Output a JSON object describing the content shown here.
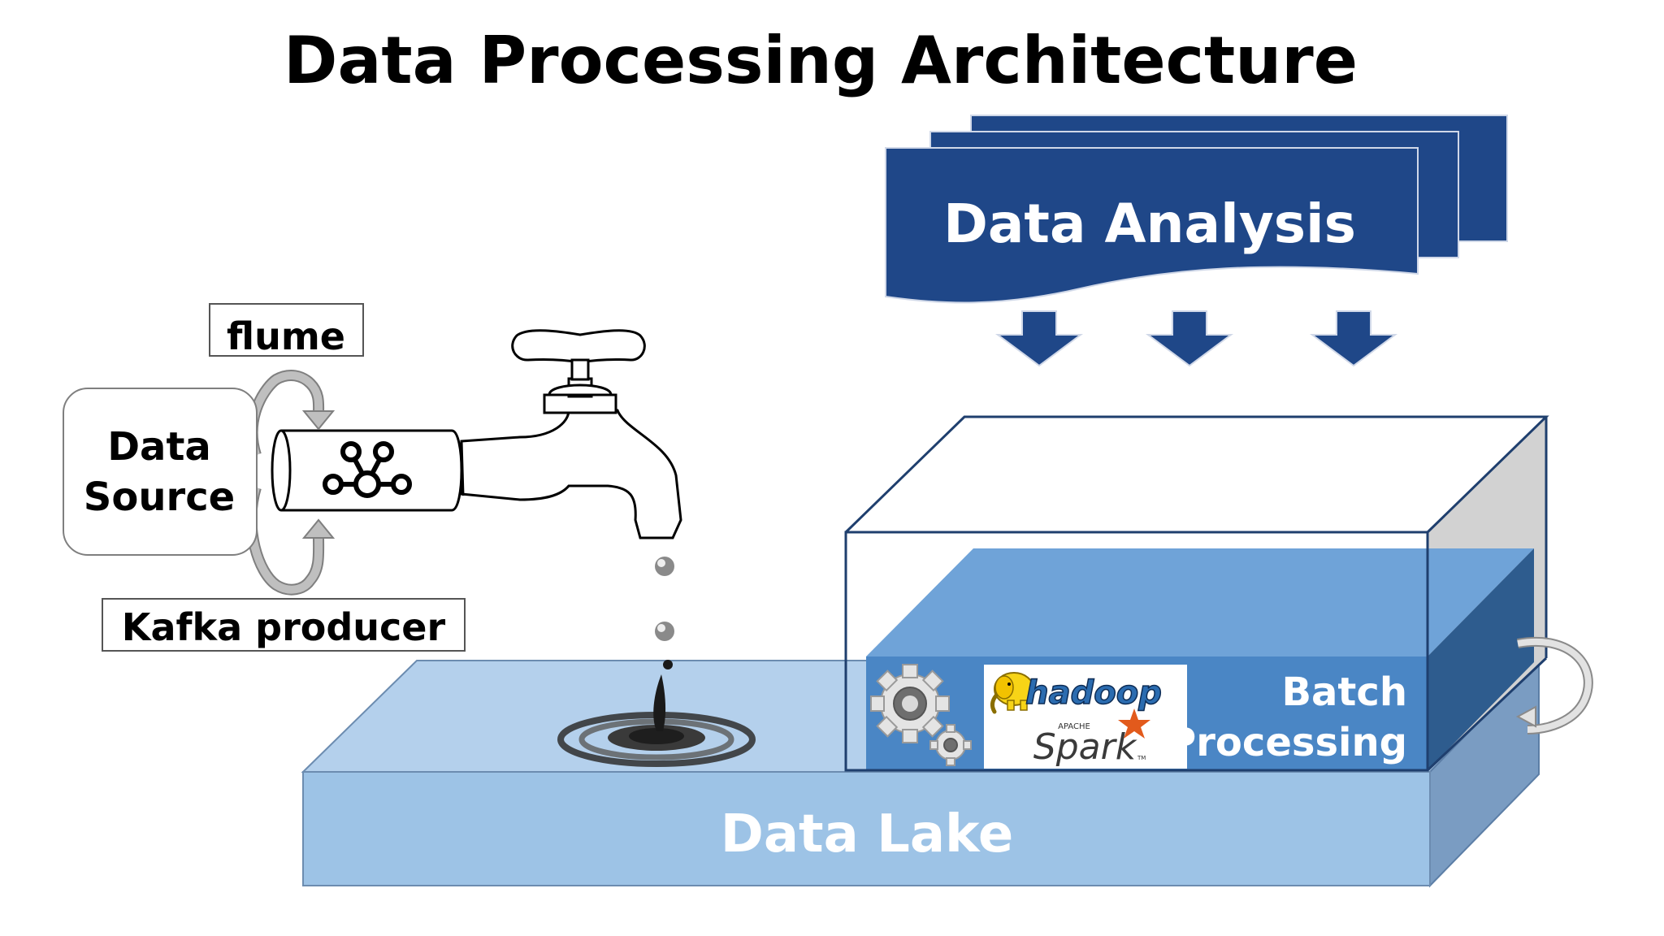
{
  "title": "Data Processing Architecture",
  "source": {
    "line1": "Data",
    "line2": "Source"
  },
  "flume_label": "flume",
  "kafka_label": "Kafka producer",
  "analysis_label": "Data Analysis",
  "lake_label": "Data Lake",
  "batch": {
    "line1": "Batch",
    "line2": "Processing"
  },
  "logos": {
    "hadoop": "hadoop",
    "apache": "APACHE",
    "spark": "Spark",
    "tm": "TM"
  },
  "colors": {
    "navy": "#1F4788",
    "lake_front": "#9DC3E6",
    "lake_top": "#B4D0EC",
    "lake_side": "#7A9CC2",
    "batch_blue": "#4A86C5",
    "batch_top": "#6FA3D8",
    "arrow_gray": "#B5B5B5",
    "text_white": "#FFFFFF",
    "hadoop_yellow": "#F7D417",
    "hadoop_blue": "#2B6CB0",
    "spark_orange": "#E25A1C"
  },
  "icons": [
    "kafka-cluster-icon",
    "faucet-icon",
    "water-drop-icon",
    "water-splash-icon",
    "gears-icon",
    "hadoop-elephant-icon",
    "spark-star-icon",
    "cycle-arrow-icon",
    "down-arrow-icon"
  ]
}
